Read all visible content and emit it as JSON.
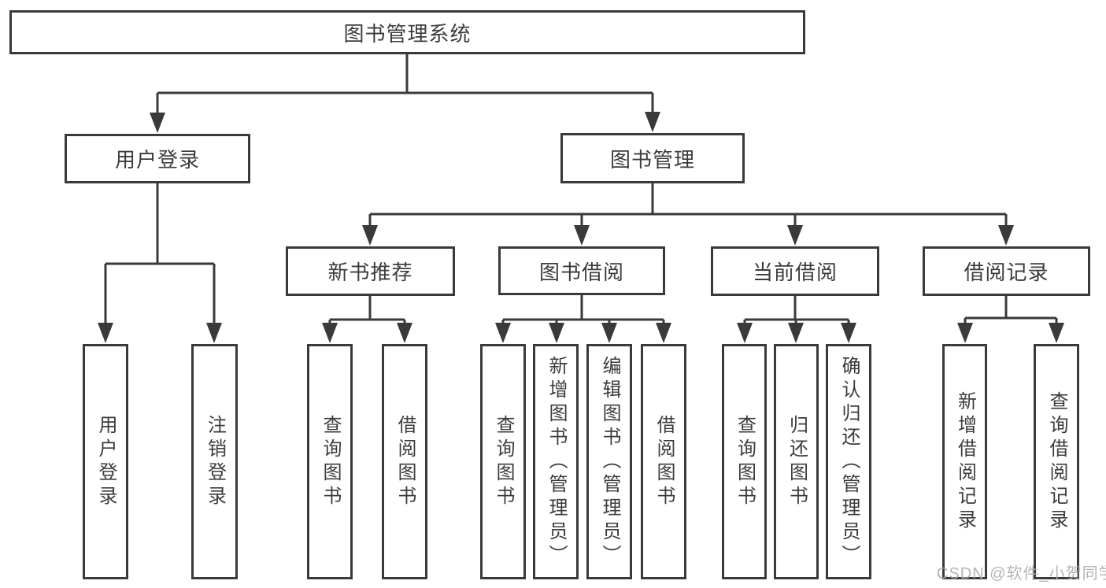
{
  "diagram": {
    "title": "图书管理系统",
    "nodes": {
      "root": "图书管理系统",
      "user_login": "用户登录",
      "book_mgmt": "图书管理",
      "new_book_rec": "新书推荐",
      "book_borrow": "图书借阅",
      "current_borrow": "当前借阅",
      "borrow_record": "借阅记录",
      "leaf_user_login": "用户登录",
      "leaf_logout": "注销登录",
      "leaf_query_book_rec": "查询图书",
      "leaf_borrow_book_rec": "借阅图书",
      "leaf_query_book_borrow": "查询图书",
      "leaf_add_book_admin": "新增图书（管理员）",
      "leaf_edit_book_admin": "编辑图书（管理员）",
      "leaf_borrow_book_borrow": "借阅图书",
      "leaf_query_book_current": "查询图书",
      "leaf_return_book": "归还图书",
      "leaf_confirm_return_admin": "确认归还（管理员）",
      "leaf_add_borrow_record": "新增借阅记录",
      "leaf_query_borrow_record": "查询借阅记录"
    },
    "structure": {
      "图书管理系统": {
        "用户登录": [
          "用户登录",
          "注销登录"
        ],
        "图书管理": {
          "新书推荐": [
            "查询图书",
            "借阅图书"
          ],
          "图书借阅": [
            "查询图书",
            "新增图书（管理员）",
            "编辑图书（管理员）",
            "借阅图书"
          ],
          "当前借阅": [
            "查询图书",
            "归还图书",
            "确认归还（管理员）"
          ],
          "借阅记录": [
            "新增借阅记录",
            "查询借阅记录"
          ]
        }
      }
    },
    "colors": {
      "line": "#3a3a3a",
      "text": "#3c3c3c",
      "background": "#ffffff",
      "watermark": "#aeaeae"
    }
  },
  "watermark": "CSDN @软件_小贺同学"
}
